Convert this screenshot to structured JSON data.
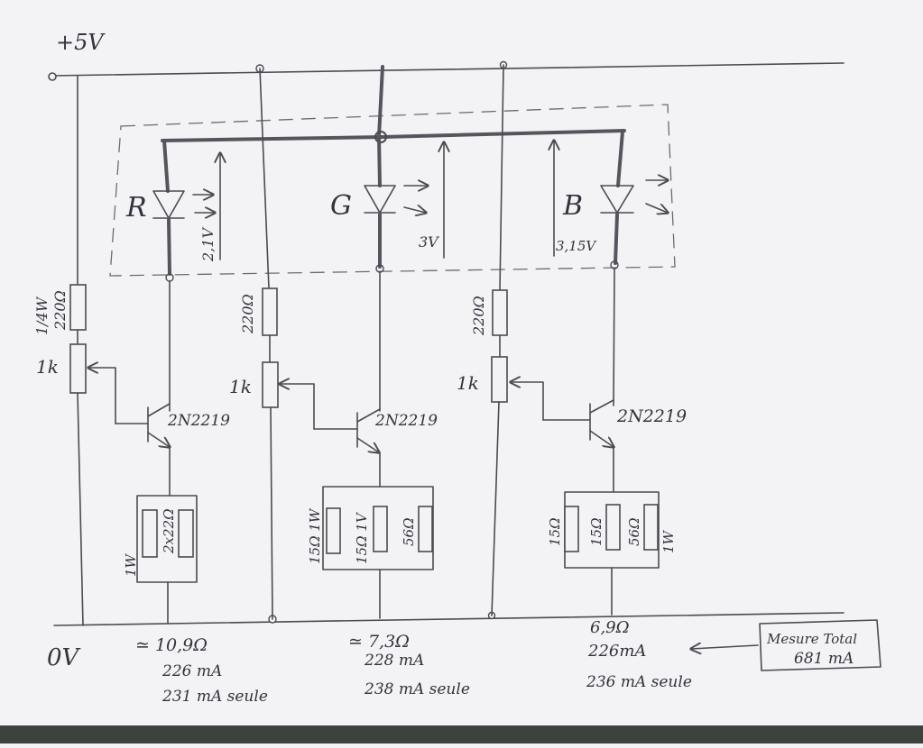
{
  "supply": {
    "plus": "+5V",
    "ground": "0V"
  },
  "leds": [
    {
      "letter": "R",
      "voltage": "2,1V"
    },
    {
      "letter": "G",
      "voltage": "3V"
    },
    {
      "letter": "B",
      "voltage": "3,15V"
    }
  ],
  "left_column": {
    "power_label": "1/4W",
    "resistor_label": "220Ω",
    "pot_label": "1k"
  },
  "mid_column": {
    "resistor_label": "220Ω",
    "pot_label": "1k"
  },
  "right_column": {
    "resistor_label": "220Ω",
    "pot_label": "1k"
  },
  "transistors": [
    {
      "part": "2N2219"
    },
    {
      "part": "2N2219"
    },
    {
      "part": "2N2219"
    }
  ],
  "red_emitter": {
    "resistors": "2x22Ω",
    "power": "1W"
  },
  "green_emitter": {
    "r1": "15Ω 1W",
    "r2": "15Ω 1V",
    "r3": "56Ω"
  },
  "blue_emitter": {
    "r1": "15Ω",
    "r2": "15Ω",
    "r3": "56Ω",
    "power": "1W"
  },
  "results": [
    {
      "equivalent": "≃ 10,9Ω",
      "current": "226 mA",
      "alone": "231 mA seule"
    },
    {
      "equivalent": "≃ 7,3Ω",
      "current": "228 mA",
      "alone": "238 mA seule"
    },
    {
      "equivalent": "6,9Ω",
      "current": "226mA",
      "alone": "236 mA seule"
    }
  ],
  "total_box": {
    "line1": "Mesure Total",
    "line2": "681 mA"
  }
}
